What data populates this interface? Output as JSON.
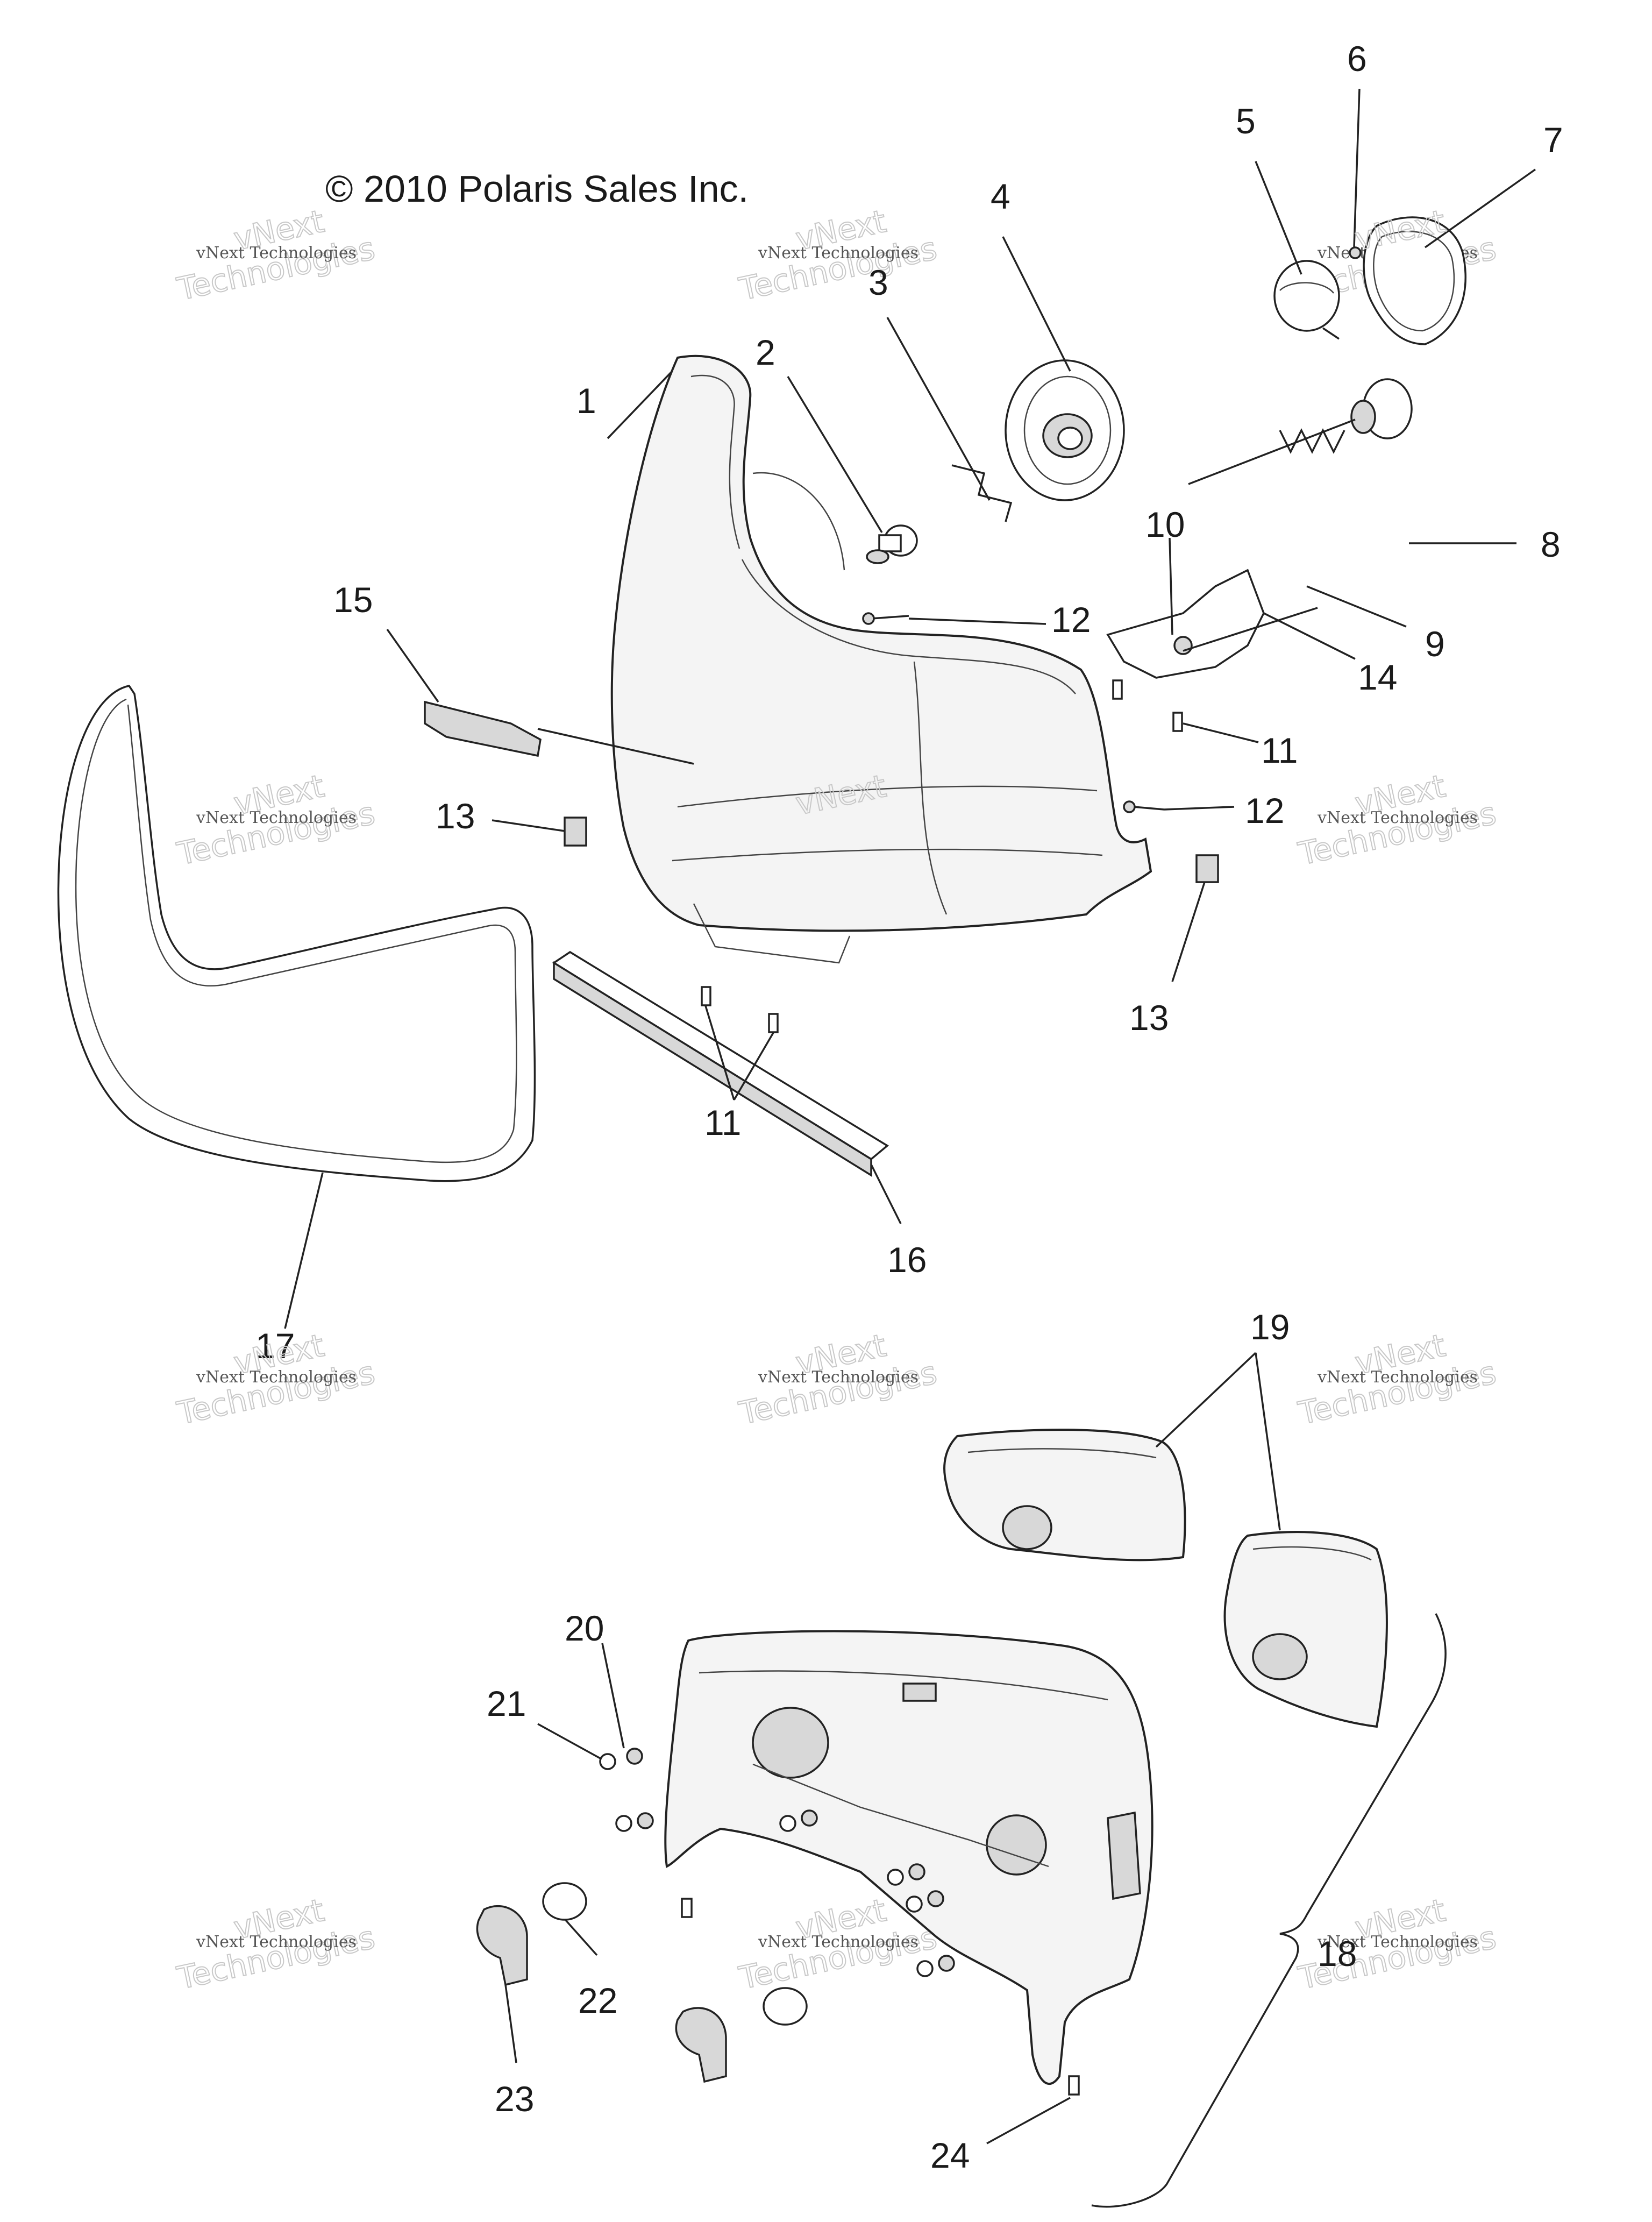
{
  "copyright": "© 2010 Polaris Sales Inc.",
  "watermark": {
    "small_text": "vNext Technologies",
    "large_text": "Technologies",
    "overlay_text": "vNext"
  },
  "callouts": {
    "c1": "1",
    "c2": "2",
    "c3": "3",
    "c4": "4",
    "c5": "5",
    "c6": "6",
    "c7": "7",
    "c8": "8",
    "c9": "9",
    "c10": "10",
    "c11a": "11",
    "c11b": "11",
    "c12a": "12",
    "c12b": "12",
    "c13a": "13",
    "c13b": "13",
    "c14": "14",
    "c15": "15",
    "c16": "16",
    "c17": "17",
    "c18": "18",
    "c19": "19",
    "c20": "20",
    "c21": "21",
    "c22": "22",
    "c23": "23",
    "c24": "24"
  }
}
